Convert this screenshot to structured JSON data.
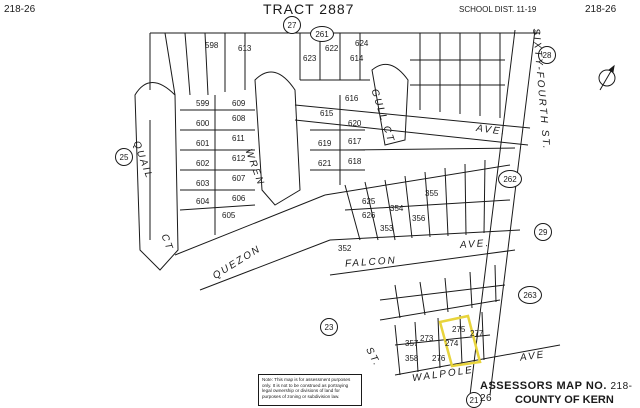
{
  "header": {
    "map_num_left": "218-26",
    "tract": "TRACT 2887",
    "school_dist": "SCHOOL DIST. 11-19",
    "map_num_right": "218-26"
  },
  "streets": {
    "sixty_fourth": "SIXTY-FOURTH ST.",
    "quail": "QUAIL",
    "quail_ct": "CT",
    "wren": "WREN",
    "gull_ct": "GULL CT",
    "ave_top": "AVE.",
    "quezon": "QUEZON",
    "falcon": "FALCON",
    "falcon_ave": "AVE.",
    "walpole": "WALPOLE",
    "walpole_ave": "AVE",
    "st_bottom": "ST."
  },
  "circles": {
    "c27": "27",
    "c261": "261",
    "c28": "28",
    "c25": "25",
    "c262": "262",
    "c29": "29",
    "c263": "263",
    "c23": "23",
    "c21": "21"
  },
  "lot_numbers": [
    "598",
    "599",
    "600",
    "601",
    "602",
    "603",
    "604",
    "605",
    "606",
    "607",
    "608",
    "609",
    "611",
    "612",
    "613",
    "614",
    "615",
    "616",
    "617",
    "618",
    "619",
    "620",
    "621",
    "622",
    "623",
    "624",
    "625",
    "626",
    "352",
    "353",
    "354",
    "355",
    "356",
    "357",
    "358",
    "273",
    "274",
    "275",
    "276",
    "277"
  ],
  "note": "Note: This map is for assessment purposes only. It is not to be construed as portraying legal ownership or divisions of land for purposes of zoning or subdivision law.",
  "footer": {
    "line1": "ASSESSORS MAP NO.",
    "map_no": "218-26",
    "line2": "COUNTY OF KERN"
  },
  "north_arrow": "north-arrow-icon"
}
